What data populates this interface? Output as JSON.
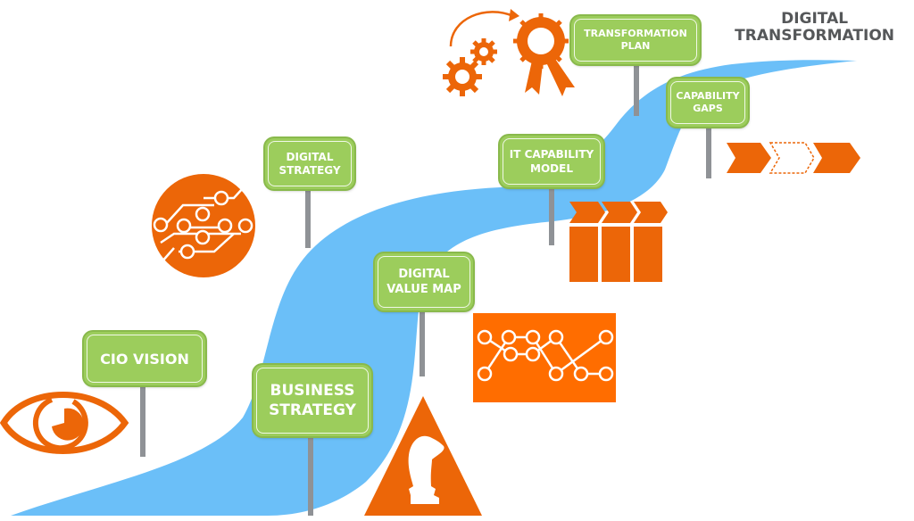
{
  "title": {
    "line1": "DIGITAL",
    "line2": "TRANSFORMATION"
  },
  "colors": {
    "river": "#6bbff8",
    "sign_fill": "#9ccd5c",
    "sign_border": "#89b94c",
    "pole": "#8f9296",
    "icon_orange": "#ec6608",
    "title_text": "#555759"
  },
  "milestones": [
    {
      "id": "cio-vision",
      "label": "CIO VISION",
      "icon": "eye-icon"
    },
    {
      "id": "business-strategy",
      "label": "BUSINESS\nSTRATEGY",
      "icon": "chess-knight-icon"
    },
    {
      "id": "digital-strategy",
      "label": "DIGITAL\nSTRATEGY",
      "icon": "circuit-icon"
    },
    {
      "id": "digital-value-map",
      "label": "DIGITAL\nVALUE MAP",
      "icon": "network-map-icon"
    },
    {
      "id": "it-capability-model",
      "label": "IT CAPABILITY\nMODEL",
      "icon": "capability-columns-icon"
    },
    {
      "id": "transformation-plan",
      "label": "TRANSFORMATION\nPLAN",
      "icon": "gears-award-icon"
    },
    {
      "id": "capability-gaps",
      "label": "CAPABILITY\nGAPS",
      "icon": "gap-chevrons-icon"
    }
  ]
}
